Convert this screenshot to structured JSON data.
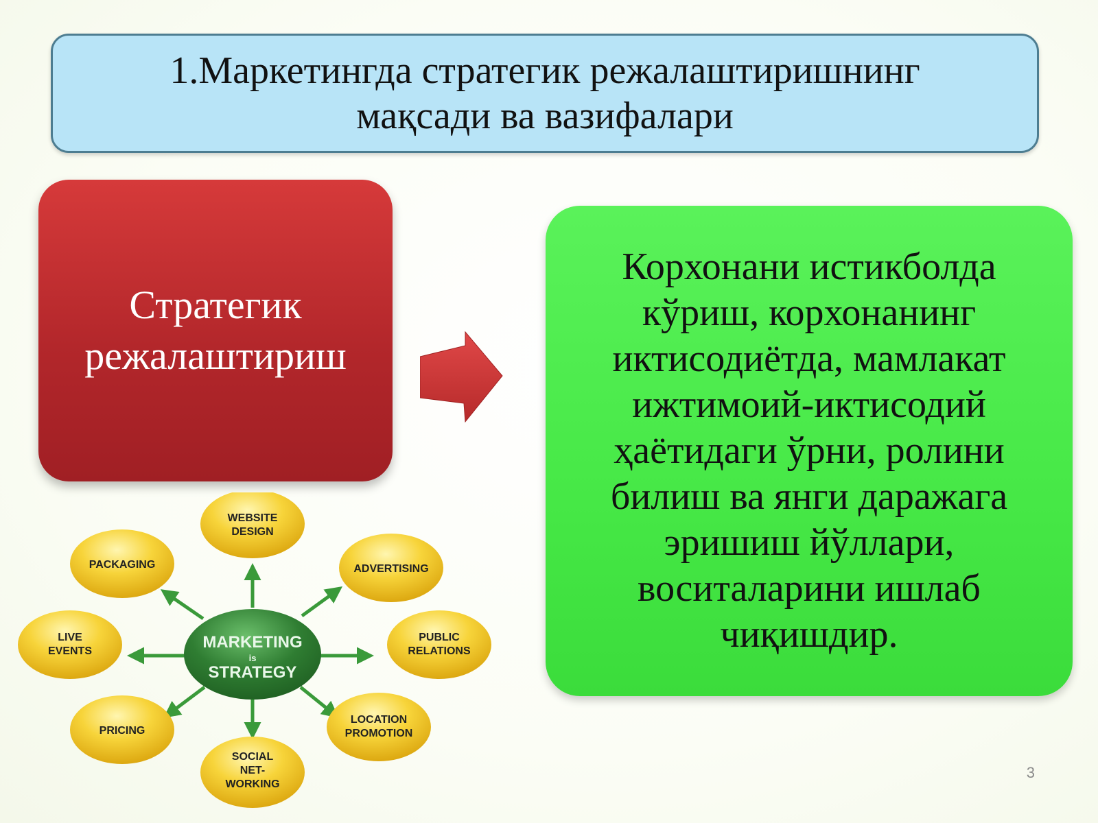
{
  "title": {
    "line1": "1.Маркетингда стратегик режалаштиришнинг",
    "line2": "мақсади ва вазифалари"
  },
  "red_box": {
    "line1": "Стратегик",
    "line2": "режалаштириш"
  },
  "green_box": {
    "text": "Корхонани истикболда\nкўриш, корхонанинг\nиктисодиётда, мамлакат\nижтимоий-иктисодий\nҳаётидаги ўрни, ролини\nбилиш ва янги даражага\nэришиш йўллари,\nвоситаларини ишлаб\nчиқишдир."
  },
  "diagram": {
    "hub": {
      "line1": "MARKETING",
      "line2": "is",
      "line3": "STRATEGY"
    },
    "nodes": {
      "website_design": [
        "WEBSITE",
        "DESIGN"
      ],
      "advertising": [
        "ADVERTISING"
      ],
      "public_relations": [
        "PUBLIC",
        "RELATIONS"
      ],
      "location_promotion": [
        "LOCATION",
        "PROMOTION"
      ],
      "social_networking": [
        "SOCIAL",
        "NET-",
        "WORKING"
      ],
      "pricing": [
        "PRICING"
      ],
      "live_events": [
        "LIVE",
        "EVENTS"
      ],
      "packaging": [
        "PACKAGING"
      ]
    },
    "colors": {
      "bubble": "#f2c21a",
      "hub": "#2f7d32",
      "arrow": "#3a9a3a"
    }
  },
  "slide_number": "3",
  "colors": {
    "title_bg": "#b8e4f7",
    "red_box": "#c0302f",
    "green_box": "#4cec4c",
    "arrow": "#d43a3a"
  }
}
